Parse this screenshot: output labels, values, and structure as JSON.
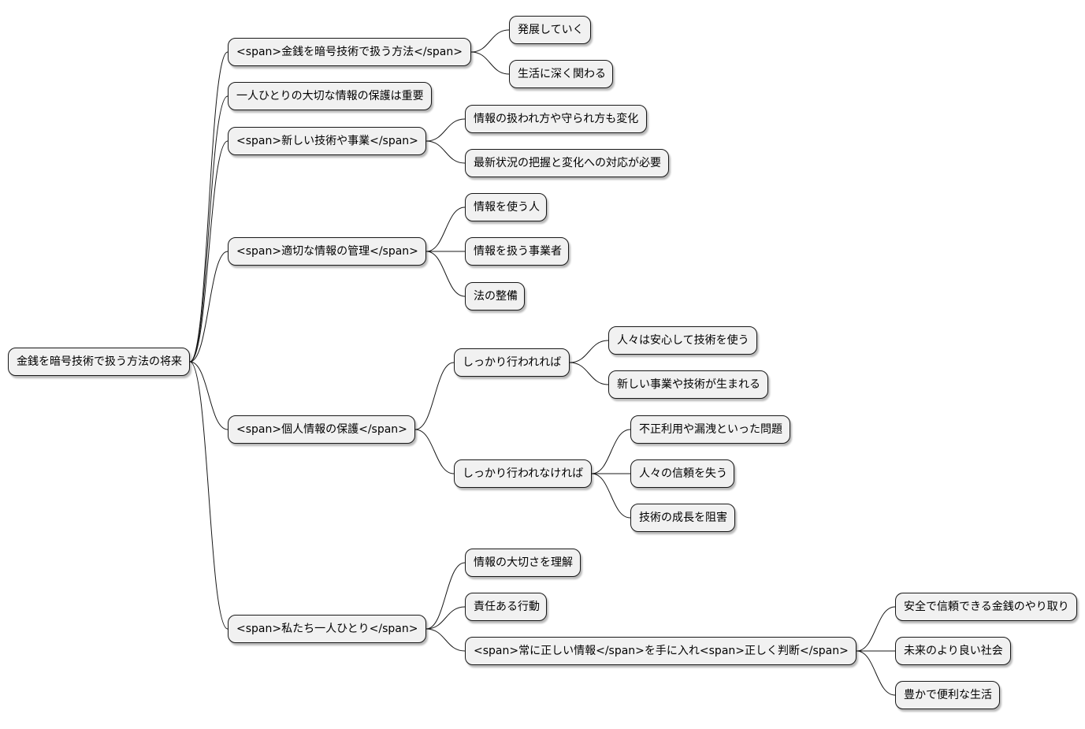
{
  "root": {
    "label": "金銭を暗号技術で扱う方法の将来",
    "children": [
      {
        "label": "<span>金銭を暗号技術で扱う方法</span>",
        "children": [
          {
            "label": "発展していく"
          },
          {
            "label": "生活に深く関わる"
          }
        ]
      },
      {
        "label": "一人ひとりの大切な情報の保護は重要"
      },
      {
        "label": "<span>新しい技術や事業</span>",
        "children": [
          {
            "label": "情報の扱われ方や守られ方も変化"
          },
          {
            "label": "最新状況の把握と変化への対応が必要"
          }
        ]
      },
      {
        "label": "<span>適切な情報の管理</span>",
        "children": [
          {
            "label": "情報を使う人"
          },
          {
            "label": "情報を扱う事業者"
          },
          {
            "label": "法の整備"
          }
        ]
      },
      {
        "label": "<span>個人情報の保護</span>",
        "children": [
          {
            "label": "しっかり行われれば",
            "children": [
              {
                "label": "人々は安心して技術を使う"
              },
              {
                "label": "新しい事業や技術が生まれる"
              }
            ]
          },
          {
            "label": "しっかり行われなければ",
            "children": [
              {
                "label": "不正利用や漏洩といった問題"
              },
              {
                "label": "人々の信頼を失う"
              },
              {
                "label": "技術の成長を阻害"
              }
            ]
          }
        ]
      },
      {
        "label": "<span>私たち一人ひとり</span>",
        "children": [
          {
            "label": "情報の大切さを理解"
          },
          {
            "label": "責任ある行動"
          },
          {
            "label": "<span>常に正しい情報</span>を手に入れ<span>正しく判断</span>",
            "children": [
              {
                "label": "安全で信頼できる金銭のやり取り"
              },
              {
                "label": "未来のより良い社会"
              },
              {
                "label": "豊かで便利な生活"
              }
            ]
          }
        ]
      }
    ]
  }
}
